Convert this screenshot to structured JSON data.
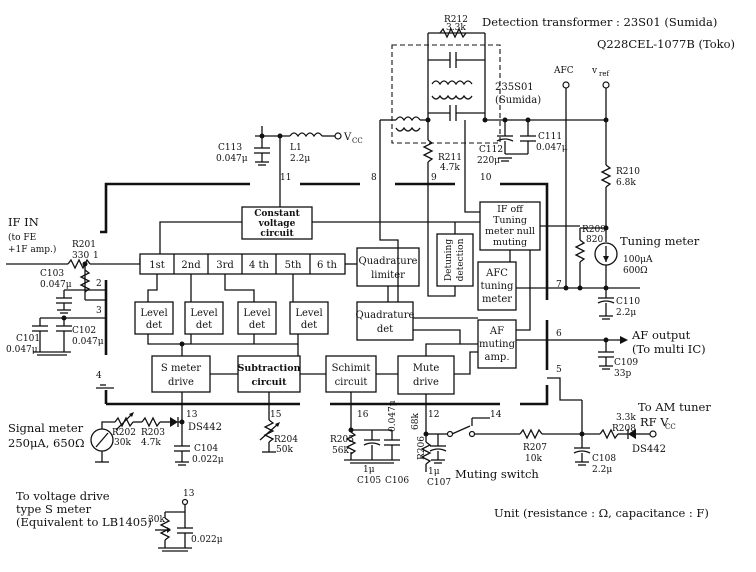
{
  "header": {
    "detection_line1": "Detection transformer : 23S01 (Sumida)",
    "detection_line2": "Q228CEL-1077B (Toko)",
    "unit_note": "Unit (resistance : Ω, capacitance : F)"
  },
  "inputs": {
    "if_in_1": "IF IN",
    "if_in_2": "(to FE",
    "if_in_3": "+1F amp.)"
  },
  "outputs": {
    "tuning_meter": "Tuning meter",
    "af_output_1": "AF output",
    "af_output_2": "(To multi IC)",
    "am_tuner_1": "To AM tuner",
    "am_tuner_2": "RF V",
    "signal_meter_1": "Signal meter",
    "signal_meter_2": "250μA, 650Ω",
    "voltage_drive_1": "To voltage drive",
    "voltage_drive_2": "type S meter",
    "voltage_drive_3": "(Equivalent to LB1405)",
    "muting_switch": "Muting switch"
  },
  "rails": {
    "vcc": "V",
    "vcc_sub": "CC",
    "afc": "AFC",
    "vref": "v",
    "vref_sub": "ref",
    "transformer": "235S01",
    "transformer_maker": "(Sumida)"
  },
  "blocks": {
    "constant_voltage": [
      "Constant",
      "voltage",
      "circuit"
    ],
    "stages": [
      "1st",
      "2nd",
      "3rd",
      "4 th",
      "5th",
      "6 th"
    ],
    "level_det": [
      "Level",
      "det"
    ],
    "quadrature_limiter": [
      "Quadrature",
      "limiter"
    ],
    "quadrature_det": [
      "Quadrature",
      "det"
    ],
    "detuning_detection": [
      "Detuning",
      "detection"
    ],
    "if_off_muting": [
      "IF off",
      "Tuning",
      "meter null",
      "muting"
    ],
    "afc_tuning_meter": [
      "AFC",
      "tuning",
      "meter"
    ],
    "af_muting_amp": [
      "AF",
      "muting",
      "amp."
    ],
    "s_meter_drive": [
      "S meter",
      "drive"
    ],
    "subtraction": [
      "Subtraction",
      "circuit"
    ],
    "schimit": [
      "Schimit",
      "circuit"
    ],
    "mute_drive": [
      "Mute",
      "drive"
    ]
  },
  "pins": [
    "1",
    "2",
    "3",
    "4",
    "5",
    "6",
    "7",
    "8",
    "9",
    "10",
    "11",
    "12",
    "13",
    "14",
    "15",
    "16",
    "13"
  ],
  "components": {
    "r212": [
      "R212",
      "3.3k"
    ],
    "r211": [
      "R211",
      "4.7k"
    ],
    "c112": [
      "C112",
      "220μ"
    ],
    "c111": [
      "C111",
      "0.047μ"
    ],
    "r210": [
      "R210",
      "6.8k"
    ],
    "r209": [
      "R209",
      "820"
    ],
    "tuning_meter_rating": [
      "100μA",
      "600Ω"
    ],
    "c110": [
      "C110",
      "2.2μ"
    ],
    "c109": [
      "C109",
      "33p"
    ],
    "c113": [
      "C113",
      "0.047μ"
    ],
    "l1": [
      "L1",
      "2.2μ"
    ],
    "r201": [
      "R201",
      "330"
    ],
    "c103": [
      "C103",
      "0.047μ"
    ],
    "c101": [
      "C101",
      "0.047μ"
    ],
    "c102": [
      "C102",
      "0.047μ"
    ],
    "r202": [
      "R202",
      "30k"
    ],
    "r203": [
      "R203",
      "4.7k"
    ],
    "ds442_a": "DS442",
    "c104": [
      "C104",
      "0.022μ"
    ],
    "r204": [
      "R204",
      "50k"
    ],
    "r205": [
      "R205",
      "56k"
    ],
    "c105": "C105",
    "c106": "C106",
    "c105_val": "1μ",
    "c106_val": "0.047μ",
    "r206": [
      "R206",
      "68k"
    ],
    "c107": [
      "C107",
      "1μ"
    ],
    "r207": [
      "R207",
      "10k"
    ],
    "c108": [
      "C108",
      "2.2μ"
    ],
    "r208": [
      "3.3k",
      "R208"
    ],
    "ds442_b": "DS442",
    "vdrive_r": "30k",
    "vdrive_c": "0.022μ"
  }
}
